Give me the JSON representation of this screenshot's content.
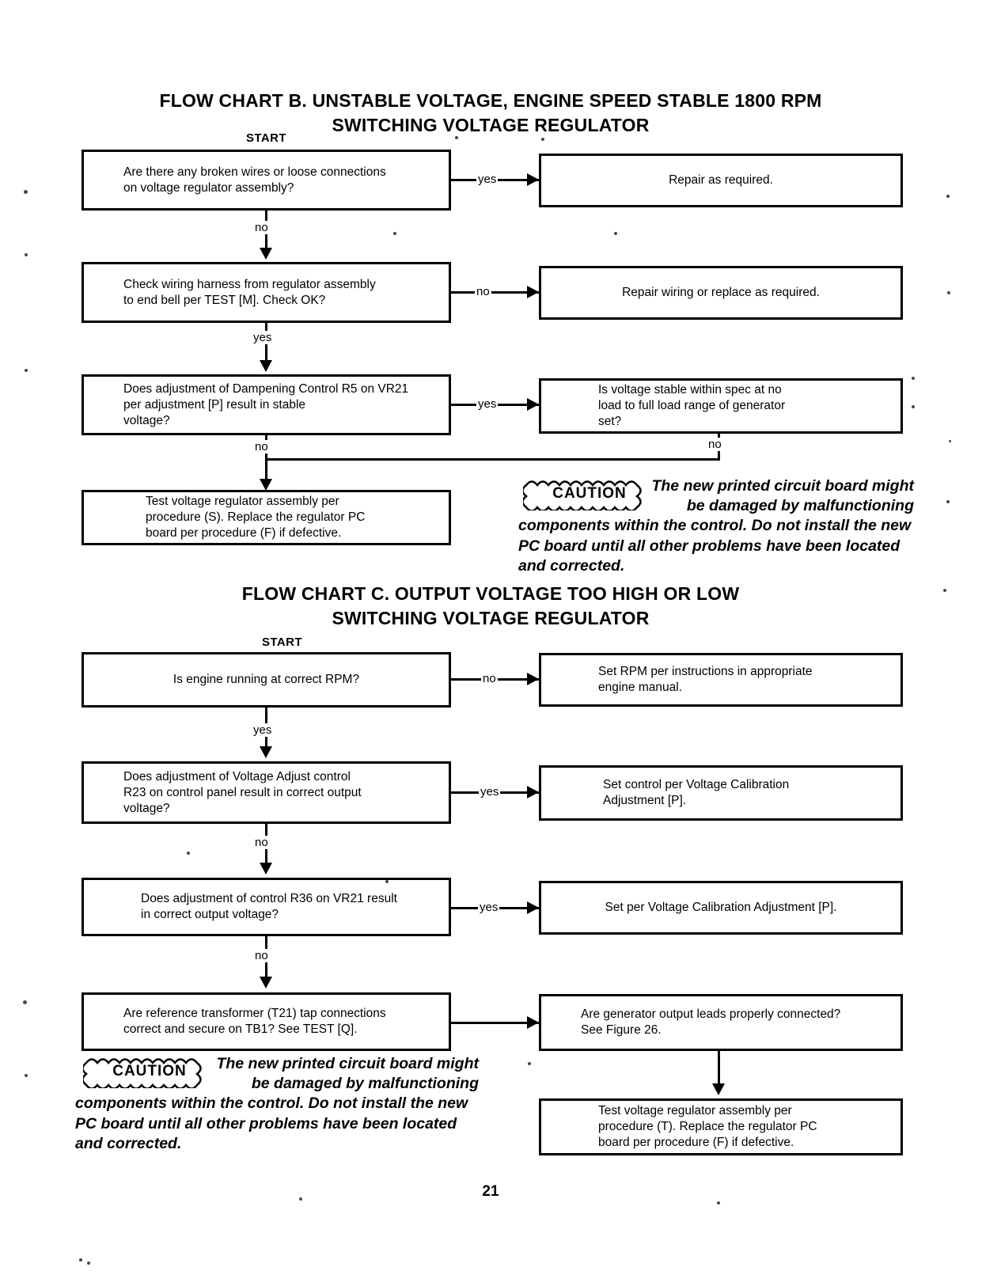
{
  "page": {
    "number": "21"
  },
  "chart_b": {
    "title": "FLOW CHART B. UNSTABLE VOLTAGE, ENGINE SPEED STABLE 1800 RPM\nSWITCHING VOLTAGE REGULATOR",
    "start_label": "START",
    "nodes": {
      "b1": "Are there any broken wires or loose connections\non voltage regulator assembly?",
      "b1_out": "Repair as required.",
      "b2": "Check wiring harness from regulator assembly\nto end bell per TEST [M]. Check OK?",
      "b2_out": "Repair wiring or replace as required.",
      "b3": "Does adjustment of Dampening Control R5 on VR21\nper adjustment [P] result in stable\nvoltage?",
      "b3_out": "Is voltage stable within spec at no\nload to full load range of generator\nset?",
      "b4": "Test voltage regulator assembly per\nprocedure (S). Replace the regulator PC\nboard per procedure (F) if defective."
    },
    "edges": {
      "b1_yes": "yes",
      "b1_no": "no",
      "b2_no": "no",
      "b2_yes": "yes",
      "b3_yes": "yes",
      "b3_no": "no",
      "b3_out_no": "no"
    },
    "caution": {
      "badge": "CAUTION",
      "line1": "The new printed circuit board might",
      "line2": "be  damaged  by  malfunctioning",
      "rest": "components within the control. Do not install the new\nPC board until all other problems have been located\nand corrected."
    }
  },
  "chart_c": {
    "title": "FLOW CHART C. OUTPUT VOLTAGE TOO HIGH OR LOW\nSWITCHING VOLTAGE REGULATOR",
    "start_label": "START",
    "nodes": {
      "c1": "Is engine running at correct RPM?",
      "c1_out": "Set RPM per instructions in appropriate\nengine manual.",
      "c2": "Does adjustment of Voltage Adjust control\nR23 on control panel result in correct output\nvoltage?",
      "c2_out": "Set control per Voltage Calibration\nAdjustment [P].",
      "c3": "Does adjustment of control R36 on VR21 result\nin correct output voltage?",
      "c3_out": "Set per Voltage Calibration Adjustment [P].",
      "c4": "Are reference transformer (T21) tap connections\ncorrect and secure on TB1? See TEST [Q].",
      "c4_out": "Are generator output leads properly connected?\nSee Figure 26.",
      "c5": "Test voltage regulator assembly per\nprocedure (T). Replace the regulator PC\nboard per procedure (F) if defective."
    },
    "edges": {
      "c1_no": "no",
      "c1_yes": "yes",
      "c2_yes": "yes",
      "c2_no": "no",
      "c3_yes": "yes",
      "c3_no": "no"
    },
    "caution": {
      "badge": "CAUTION",
      "line1": "The new printed circuit board might",
      "line2": "be  damaged  by  malfunctioning",
      "rest": "components within the control. Do not install the new\nPC board until all other problems have been located\nand corrected."
    }
  }
}
